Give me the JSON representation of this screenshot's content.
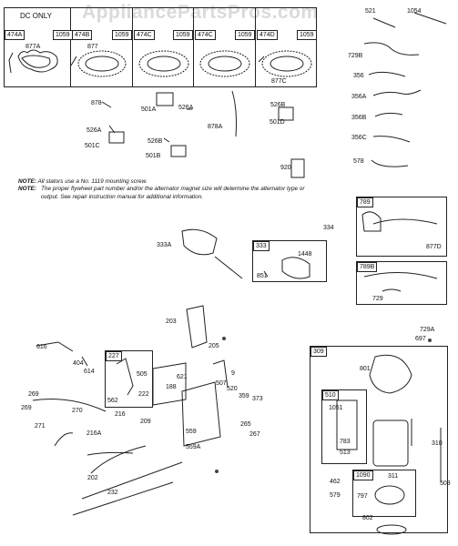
{
  "watermark": "AppliancePartsPros.com",
  "top_row": {
    "dc_only": "DC ONLY",
    "panels": [
      {
        "tags": [
          "474A",
          "1059"
        ],
        "part": "877A"
      },
      {
        "tags": [
          "474B",
          "1059"
        ],
        "part": "877"
      },
      {
        "tags": [
          "474C",
          "1059"
        ],
        "part": ""
      },
      {
        "tags": [
          "474C",
          "1059"
        ],
        "part": ""
      },
      {
        "tags": [
          "474D",
          "1059"
        ],
        "part": "877C"
      }
    ]
  },
  "notes": {
    "note1_label": "NOTE:",
    "note1_text": "All stators use a No. 1119 mounting screw.",
    "note2_label": "NOTE:",
    "note2_text": "The proper flywheel part number and/or the alternator magnet size will determine the alternator type or output. See repair instruction manual for additional information."
  },
  "callouts": {
    "c521": "521",
    "c1054": "1054",
    "c729b": "729B",
    "c356": "356",
    "c356a": "356A",
    "c356b": "356B",
    "c356c": "356C",
    "c578": "578",
    "c878": "878",
    "c501a": "501A",
    "c526a_1": "526A",
    "c526a_2": "526A",
    "c878a": "878A",
    "c526b_1": "526B",
    "c501d": "501D",
    "c501c": "501C",
    "c526b_2": "526B",
    "c501b": "501B",
    "c920": "920",
    "c334": "334",
    "c333a": "333A",
    "c333": "333",
    "c1448": "1448",
    "c851": "851",
    "c789": "789",
    "c877d": "877D",
    "c789b": "789B",
    "c729": "729",
    "c203": "203",
    "c205": "205",
    "c729a": "729A",
    "c697": "697",
    "c616": "616",
    "c404": "404",
    "c614": "614",
    "c227": "227",
    "c505": "505",
    "c562": "562",
    "c621": "621",
    "c507": "507",
    "c520": "520",
    "c359": "359",
    "c373": "373",
    "c309": "309",
    "c801": "801",
    "c510": "510",
    "c1051": "1051",
    "c783": "783",
    "c513": "513",
    "c310": "310",
    "c503": "503",
    "c1090": "1090",
    "c311": "311",
    "c462": "462",
    "c579": "579",
    "c797": "797",
    "c802": "802",
    "c269_1": "269",
    "c269_2": "269",
    "c270": "270",
    "c271": "271",
    "c216": "216",
    "c216a": "216A",
    "c222": "222",
    "c188": "188",
    "c209": "209",
    "c559": "559",
    "c559a": "559A",
    "c265": "265",
    "c267": "267",
    "c202": "202",
    "c232": "232",
    "c9x": "9"
  }
}
